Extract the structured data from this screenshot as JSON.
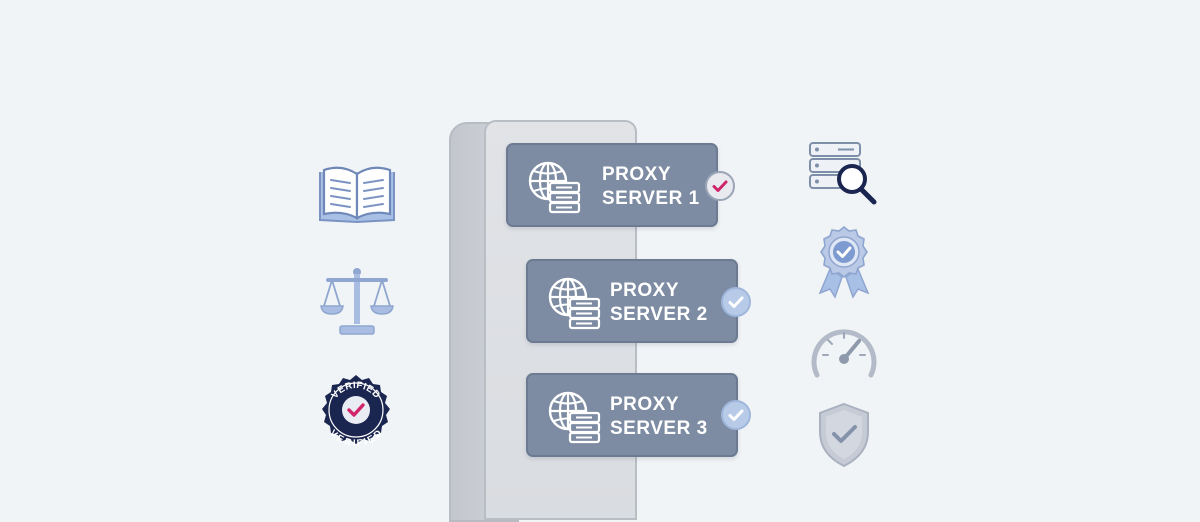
{
  "proxy_servers": [
    {
      "line1": "PROXY",
      "line2": "SERVER 1",
      "status_icon": "check-pink"
    },
    {
      "line1": "PROXY",
      "line2": "SERVER 2",
      "status_icon": "check-blue"
    },
    {
      "line1": "PROXY",
      "line2": "SERVER 3",
      "status_icon": "check-blue"
    }
  ],
  "left_icons": [
    "open-book-icon",
    "balance-scale-icon",
    "verified-seal-icon"
  ],
  "right_icons": [
    "server-search-icon",
    "award-ribbon-icon",
    "speedometer-icon",
    "shield-check-icon"
  ],
  "seal": {
    "top_text": "VERIFIED",
    "bottom_text": "VERIFIED"
  },
  "colors": {
    "background": "#f1f4f6",
    "card": "#7d8ca3",
    "accent_pink": "#d0256b",
    "accent_blue": "#a9c0e6",
    "navy": "#1b2650"
  }
}
